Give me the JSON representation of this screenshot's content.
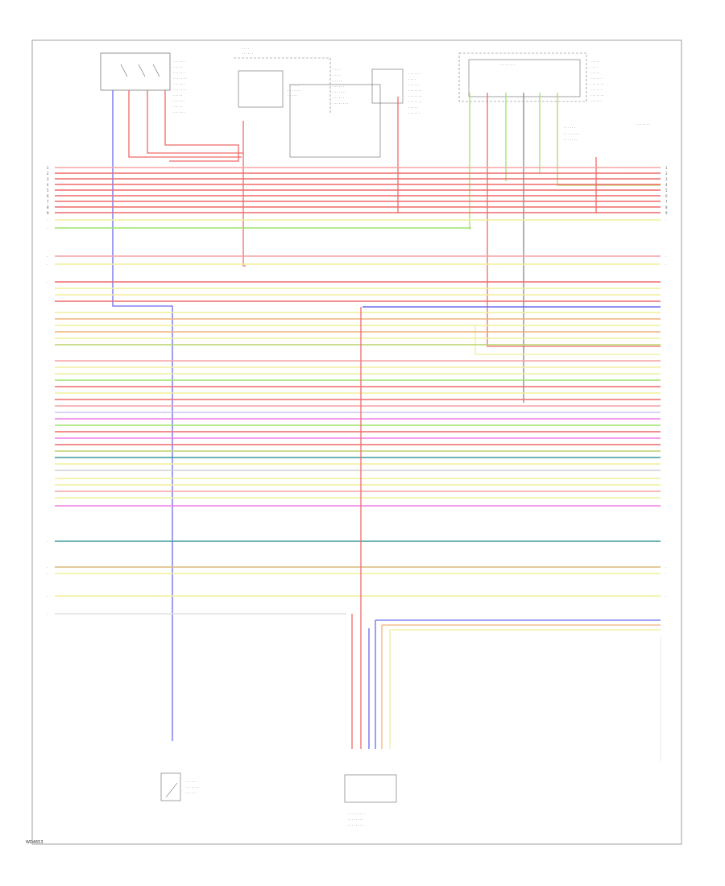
{
  "diagram": {
    "footer_code": "WD4653"
  },
  "colors": {
    "red": "#f06a6a",
    "pink": "#f6a3a3",
    "yellow": "#f1ef9a",
    "green": "#9ee36a",
    "blue": "#6b6bf0",
    "orange": "#f2b27a",
    "gray": "#b9b9b9",
    "magenta": "#f07ee8",
    "teal": "#3b9a9a",
    "olive": "#bcd36b",
    "frame": "#777777"
  },
  "wires": [
    {
      "color": "#f6a3a3",
      "right_label": "",
      "pin": "1"
    },
    {
      "color": "#f06a6a",
      "right_label": "",
      "pin": "2"
    },
    {
      "color": "#f06a6a",
      "right_label": "",
      "pin": "3"
    },
    {
      "color": "#f06a6a",
      "right_label": "",
      "pin": "4"
    },
    {
      "color": "#f06a6a",
      "right_label": "",
      "pin": "5"
    },
    {
      "color": "#f06a6a",
      "right_label": "",
      "pin": "6"
    },
    {
      "color": "#f06a6a",
      "right_label": "",
      "pin": "7"
    },
    {
      "color": "#f1ef9a",
      "right_label": "",
      "pin": "8"
    },
    {
      "color": "#9ee36a",
      "right_label": "",
      "pin": "9"
    }
  ]
}
